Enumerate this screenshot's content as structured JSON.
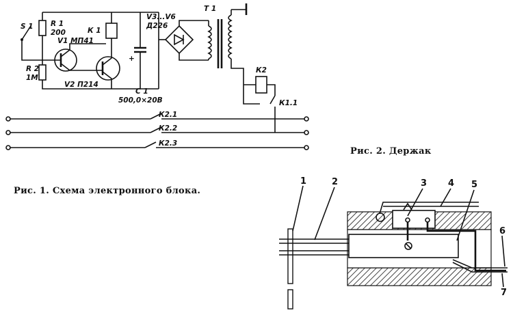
{
  "figure1": {
    "caption": "Рис. 1. Схема электронного блока.",
    "labels": {
      "s1": "S 1",
      "r1_name": "R 1",
      "r1_value": "200",
      "r2_name": "R 2",
      "r2_value": "1М",
      "k1": "К 1",
      "v1": "V1 МП41",
      "v2": "V2 П214",
      "v3v6_name": "V3...V6",
      "v3v6_type": "Д226",
      "t1": "Т 1",
      "k2": "К2",
      "k1_1": "К1.1",
      "c1_name": "С 1",
      "c1_value": "500,0×20В",
      "plus": "+",
      "k2_1": "К2.1",
      "k2_2": "К2.2",
      "k2_3": "К2.3"
    }
  },
  "figure2": {
    "caption": "Рис. 2. Держак",
    "callouts": [
      "1",
      "2",
      "3",
      "4",
      "5",
      "6",
      "7"
    ]
  }
}
